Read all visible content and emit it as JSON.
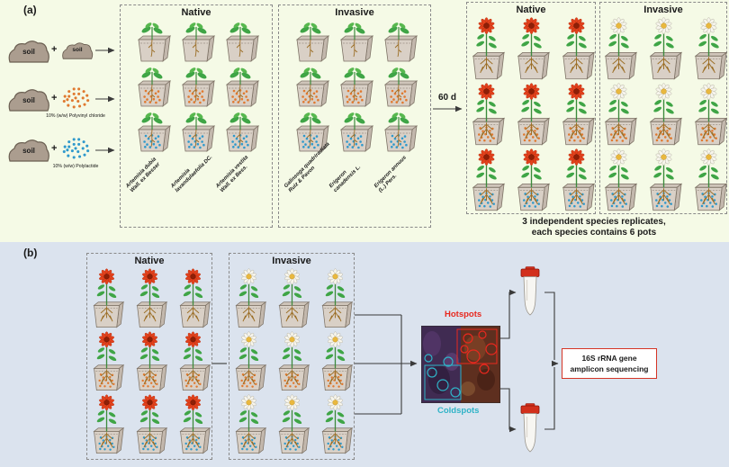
{
  "panel_a": {
    "label": "(a)",
    "mixes": [
      {
        "base": "soil",
        "plus": "+",
        "added": "soil",
        "type": "soil",
        "note": ""
      },
      {
        "base": "soil",
        "plus": "+",
        "type": "pvc",
        "note": "10% (w/w) Polyvinyl chloride"
      },
      {
        "base": "soil",
        "plus": "+",
        "type": "pla",
        "note": "10% (w/w) Polylactide"
      }
    ],
    "duration_label": "60 d",
    "groups": [
      {
        "title": "Native",
        "plant": "seedling",
        "species": [
          {
            "line1": "Artemisia dubia",
            "line2": "Wall. ex Besser"
          },
          {
            "line1": "Artemisia",
            "line2": "lavandulaefolia DC."
          },
          {
            "line1": "Artemisia vestita",
            "line2": "Wall. ex Bess."
          }
        ]
      },
      {
        "title": "Invasive",
        "plant": "seedling",
        "species": [
          {
            "line1": "Galinsoga quadriradiata",
            "line2": "Ruiz & Pavon"
          },
          {
            "line1": "Erigeron",
            "line2": "canadensis L."
          },
          {
            "line1": "Erigeron annuus",
            "line2": "(L.) Pers."
          }
        ]
      }
    ],
    "result_groups": [
      {
        "title": "Native",
        "plant": "red-flower"
      },
      {
        "title": "Invasive",
        "plant": "white-flower"
      }
    ],
    "caption_line1": "3 independent species replicates,",
    "caption_line2": "each species contains 6 pots"
  },
  "panel_b": {
    "label": "(b)",
    "groups": [
      {
        "title": "Native",
        "plant": "red-flower"
      },
      {
        "title": "Invasive",
        "plant": "white-flower"
      }
    ],
    "hotspots_label": "Hotspots",
    "coldspots_label": "Coldspots",
    "sequencing_line1": "16S rRNA gene",
    "sequencing_line2": "amplicon sequencing"
  },
  "pots": {
    "cols": 3,
    "row_treatments": [
      "plain",
      "pvc",
      "pla"
    ]
  },
  "colors": {
    "panel_a_bg": "#f5fae6",
    "panel_b_bg": "#dbe3ee",
    "pvc_dots": "#e0792f",
    "pla_dots": "#2f99cc",
    "pot_front": "#d9d0c6",
    "pot_top": "#cfc5ba",
    "pot_side": "#c3b8ad",
    "pot_line": "#7d7265",
    "soil_fill": "#ab9d8f",
    "soil_line": "#6b5f52",
    "stem": "#3c8a3c",
    "leaf": "#3fa546",
    "leaf2": "#58b84f",
    "root": "#9c6f27",
    "flower_red": "#e2411c",
    "flower_red_center": "#8f1f06",
    "daisy_petal": "#f7f5ec",
    "daisy_center": "#e9b83e",
    "hotspot": "#e8281e",
    "coldspot": "#2fb3c7",
    "seq_box_border": "#d53425",
    "arrow": "#3a3a3a"
  }
}
